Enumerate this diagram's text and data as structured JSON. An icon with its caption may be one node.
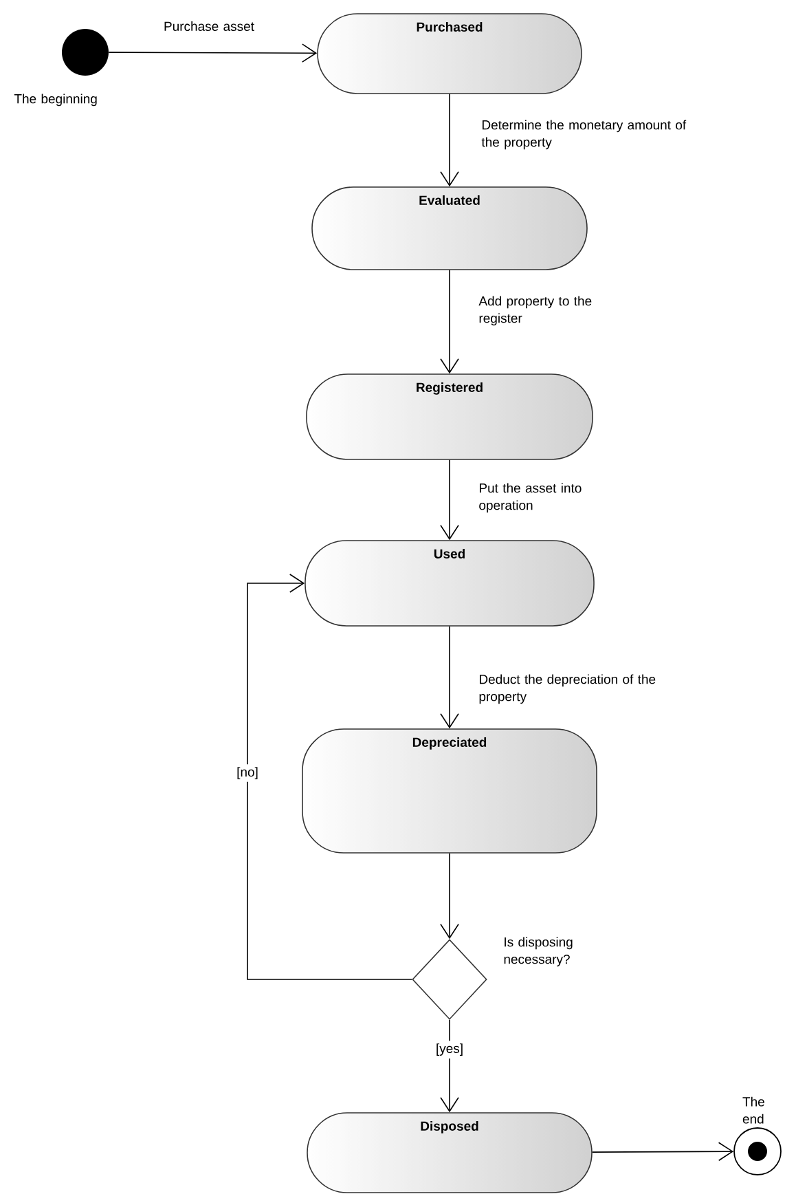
{
  "diagram": {
    "nodes": [
      {
        "text": [],
        "shape": "circle",
        "beside": [
          "The beginning"
        ]
      },
      {
        "text": [
          "Purchased"
        ]
      },
      {
        "text": [
          "Evaluated"
        ]
      },
      {
        "text": [
          "Registered"
        ]
      },
      {
        "text": [
          "Used"
        ]
      },
      {
        "text": [
          "Depreciated"
        ]
      },
      {
        "text": [],
        "shape": "diamond",
        "beside": [
          "Is disposing necessary?"
        ]
      },
      {
        "text": [
          "Disposed"
        ]
      },
      {
        "text": [],
        "shape": "bullseye",
        "beside": [
          "The end"
        ]
      }
    ],
    "edges": [
      {
        "from": 0,
        "to": 1,
        "arrow": "to",
        "label": "Purchase asset"
      },
      {
        "from": 1,
        "to": 2,
        "arrow": "to",
        "label": "Determine the monetary amount of the property"
      },
      {
        "from": 2,
        "to": 3,
        "arrow": "to",
        "label": "Add property to the register"
      },
      {
        "from": 3,
        "to": 4,
        "arrow": "to",
        "label": "Put the asset into operation"
      },
      {
        "from": 4,
        "to": 5,
        "arrow": "to",
        "label": "Deduct the depreciation of the property"
      },
      {
        "from": 5,
        "to": 6,
        "arrow": "to"
      },
      {
        "from": 6,
        "to": 4,
        "arrow": "to",
        "label": "[no]"
      },
      {
        "from": 6,
        "to": 7,
        "arrow": "to",
        "label": "[yes]"
      },
      {
        "from": 7,
        "to": 8,
        "arrow": "to"
      }
    ]
  }
}
